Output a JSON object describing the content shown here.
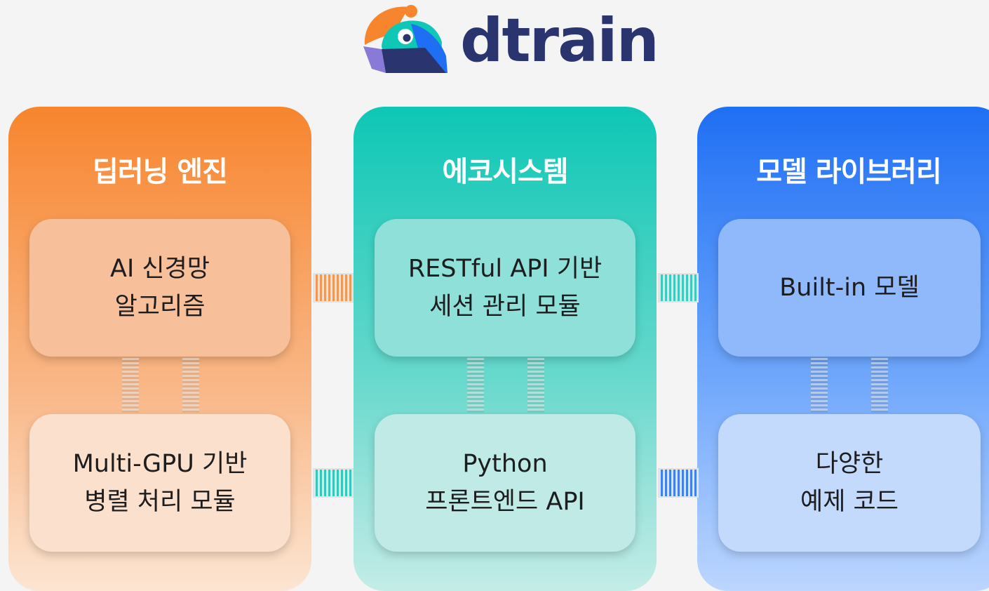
{
  "brand": {
    "name": "dtrain"
  },
  "colors": {
    "orange": "#f7852e",
    "teal": "#0ec7b5",
    "blue": "#1f6ff4",
    "navy": "#2a3570"
  },
  "columns": [
    {
      "title": "딥러닝 엔진",
      "top_card": [
        "AI 신경망",
        "알고리즘"
      ],
      "bottom_card": [
        "Multi-GPU 기반",
        "병렬 처리 모듈"
      ]
    },
    {
      "title": "에코시스템",
      "top_card": [
        "RESTful API 기반",
        "세션 관리 모듈"
      ],
      "bottom_card": [
        "Python",
        "프론트엔드 API"
      ]
    },
    {
      "title": "모델 라이브러리",
      "top_card": [
        "Built-in 모델"
      ],
      "bottom_card": [
        "다양한",
        "예제 코드"
      ]
    }
  ]
}
